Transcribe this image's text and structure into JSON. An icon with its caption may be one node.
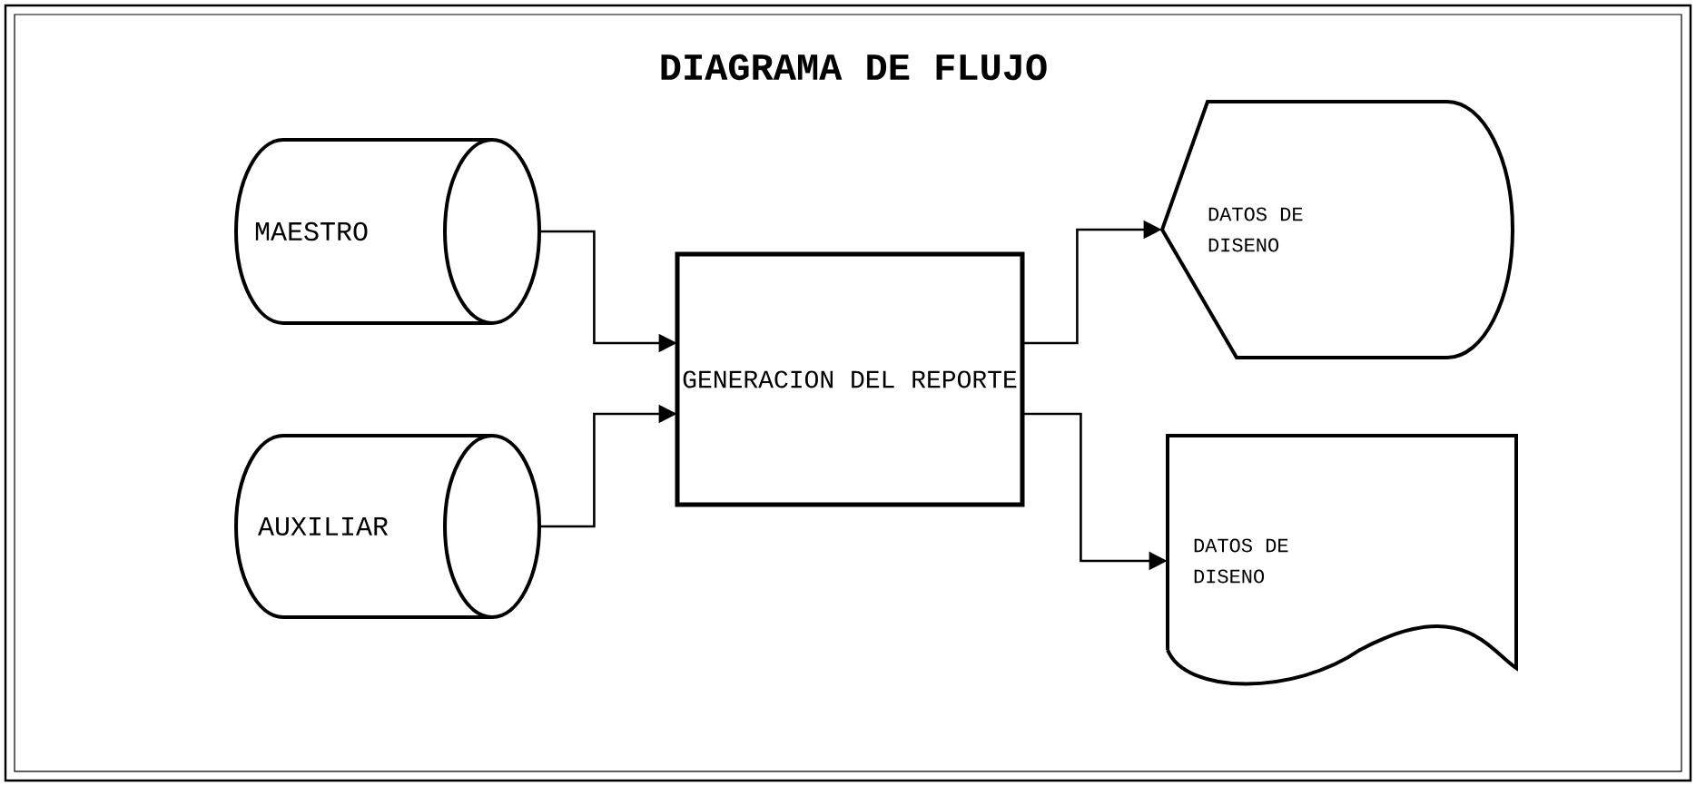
{
  "diagram": {
    "title": "DIAGRAMA DE FLUJO",
    "nodes": [
      {
        "text": [
          "MAESTRO"
        ]
      },
      {
        "text": [
          "AUXILIAR"
        ]
      },
      {
        "text": [
          "GENERACION DEL REPORTE"
        ]
      },
      {
        "text": [
          "DATOS DE DISENO"
        ]
      },
      {
        "text": [
          "DATOS DE DISENO"
        ]
      }
    ],
    "edges": [
      {
        "from": 0,
        "to": 2,
        "arrow": "to"
      },
      {
        "from": 1,
        "to": 2,
        "arrow": "to"
      },
      {
        "from": 2,
        "to": 3,
        "arrow": "to"
      },
      {
        "from": 2,
        "to": 4,
        "arrow": "to"
      }
    ]
  }
}
